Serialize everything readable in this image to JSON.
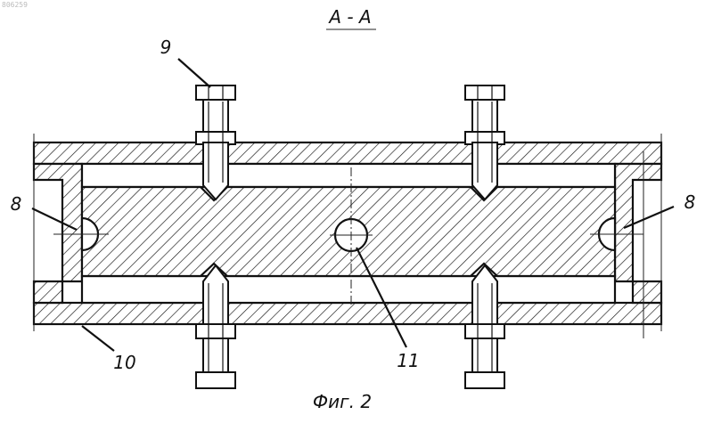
{
  "drawing": {
    "doc_number": "806259",
    "section_title": "А - А",
    "figure_caption": "Фиг. 2",
    "callouts": {
      "bolt": "9",
      "side_hole_left": "8",
      "side_hole_right": "8",
      "base_plate": "10",
      "center_hole": "11"
    },
    "colors": {
      "line": "#111111",
      "background": "#ffffff"
    }
  }
}
